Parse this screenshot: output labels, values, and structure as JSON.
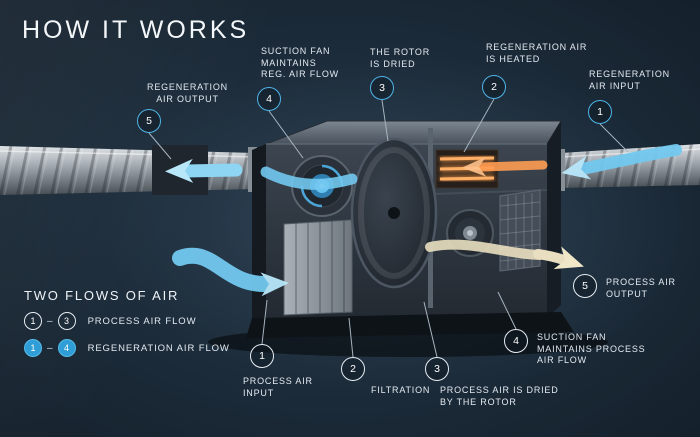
{
  "title": "HOW IT WORKS",
  "colors": {
    "background": "#1b2a38",
    "accent_blue": "#4fb4e8",
    "heater_orange": "#ff9b4a",
    "process_cream": "#e9dfc0",
    "text": "#e3eaf1"
  },
  "callouts": {
    "reg_output": {
      "num": "5",
      "lines": [
        "REGENERATION",
        "AIR OUTPUT"
      ]
    },
    "suction_reg": {
      "num": "4",
      "lines": [
        "SUCTION FAN",
        "MAINTAINS",
        "REG. AIR FLOW"
      ]
    },
    "rotor_dried": {
      "num": "3",
      "lines": [
        "THE ROTOR",
        "IS DRIED"
      ]
    },
    "reg_heated": {
      "num": "2",
      "lines": [
        "REGENERATION AIR",
        "IS HEATED"
      ]
    },
    "reg_input": {
      "num": "1",
      "lines": [
        "REGENERATION",
        "AIR INPUT"
      ]
    },
    "process_output": {
      "num": "5",
      "lines": [
        "PROCESS AIR",
        "OUTPUT"
      ]
    },
    "process_input": {
      "num": "1",
      "lines": [
        "PROCESS AIR",
        "INPUT"
      ]
    },
    "filtration": {
      "num": "2",
      "lines": [
        "FILTRATION"
      ]
    },
    "process_dried": {
      "num": "3",
      "lines": [
        "PROCESS AIR IS DRIED",
        "BY THE ROTOR"
      ]
    },
    "suction_process": {
      "num": "4",
      "lines": [
        "SUCTION FAN",
        "MAINTAINS PROCESS",
        "AIR FLOW"
      ]
    }
  },
  "legend": {
    "title": "TWO FLOWS OF AIR",
    "rows": [
      {
        "from": "1",
        "dash": "–",
        "to": "3",
        "label": "PROCESS AIR FLOW"
      },
      {
        "from": "1",
        "dash": "–",
        "to": "4",
        "label": "REGENERATION AIR FLOW"
      }
    ]
  }
}
